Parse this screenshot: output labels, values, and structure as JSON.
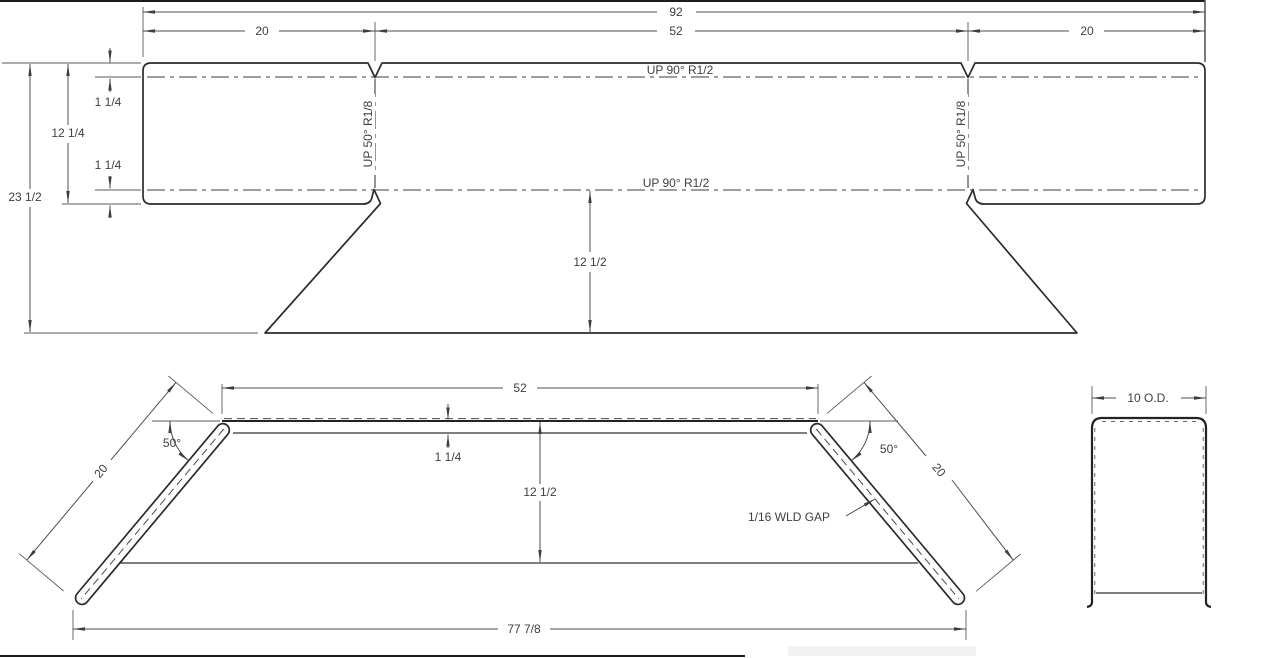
{
  "flat_pattern": {
    "width_total": "92",
    "width_left_flap": "20",
    "width_center": "52",
    "width_right_flap": "20",
    "height_total": "23 1/2",
    "height_body": "12 1/4",
    "flange_top": "1 1/4",
    "flange_bottom": "1 1/4",
    "skirt_depth": "12 1/2",
    "bend_top": "UP 90° R1/2",
    "bend_bottom": "UP 90° R1/2",
    "bend_left": "UP 50° R1/8",
    "bend_right": "UP 50° R1/8"
  },
  "formed_view": {
    "width_top": "52",
    "wing_length_left": "20",
    "wing_length_right": "20",
    "angle_left": "50°",
    "angle_right": "50°",
    "flange": "1 1/4",
    "depth": "12 1/2",
    "width_bottom": "77 7/8",
    "weld_note": "1/16 WLD GAP"
  },
  "section_view": {
    "outer_width": "10 O.D."
  },
  "colors": {
    "line": "#2b2b2b",
    "dimension": "#4d4d4d",
    "text": "#3f3f3f",
    "background": "#ffffff"
  }
}
